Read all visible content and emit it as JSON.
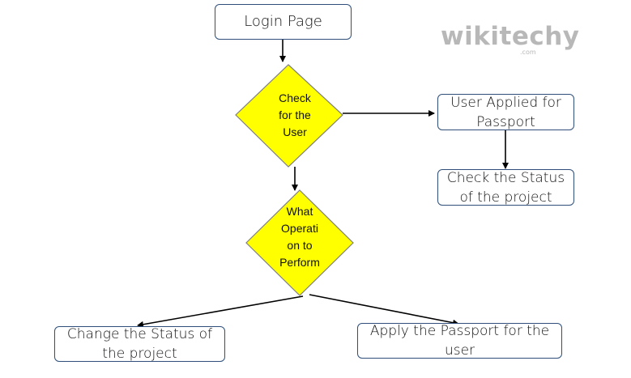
{
  "nodes": {
    "login": "Login Page",
    "check_user": "Check\nfor the\nUser",
    "applied": "User Applied for Passport",
    "check_status": "Check the Status of the project",
    "what_operation": "What\nOperati\non to\nPerform",
    "change_status": "Change the Status of the project",
    "apply_passport": "Apply the Passport for the user"
  },
  "logo": {
    "main": "wikitechy",
    "sub": ".com"
  },
  "colors": {
    "box_border": "#2f4f7a",
    "diamond_fill": "#ffff00",
    "diamond_border": "#7f7f7f",
    "arrow": "#000000",
    "logo": "#b8b8b8"
  }
}
